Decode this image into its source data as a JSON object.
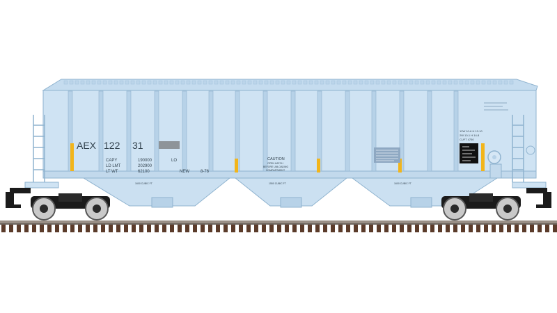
{
  "car": {
    "reporting_mark": "AEX",
    "number_a": "122",
    "number_b": "31",
    "capy_label": "CAPY",
    "capy_value": "190000",
    "ld_lmt_label": "LD LMT",
    "ld_lmt_value": "202900",
    "lt_wt_label": "LT WT",
    "lt_wt_value": "62100",
    "lo": "LO",
    "new_label": "NEW",
    "built": "8-76",
    "caution_title": "CAUTION",
    "caution_line1": "OPEN HATCH",
    "caution_line2": "BEFORE UNLOADING",
    "caution_line3": "COMPARTMENT",
    "dims_1": "12W 10-6  H 12-10",
    "dims_2": "2W 10-1  H 14-8",
    "dims_3": "CUFT 4750",
    "cubic_left": "1600 CUBIC FT",
    "cubic_mid": "1550 CUBIC FT",
    "cubic_right": "1600 CUBIC FT"
  },
  "colors": {
    "body": "#cfe3f3",
    "body_shade": "#b7d2e8",
    "outline": "#8fb3cf",
    "stripe": "#f2b51b",
    "gray_bar": "#8e9499",
    "truck": "#1b1b1b",
    "wheel": "#c9c9c9",
    "rail": "#9a8f86",
    "tie": "#5b3b2a"
  }
}
